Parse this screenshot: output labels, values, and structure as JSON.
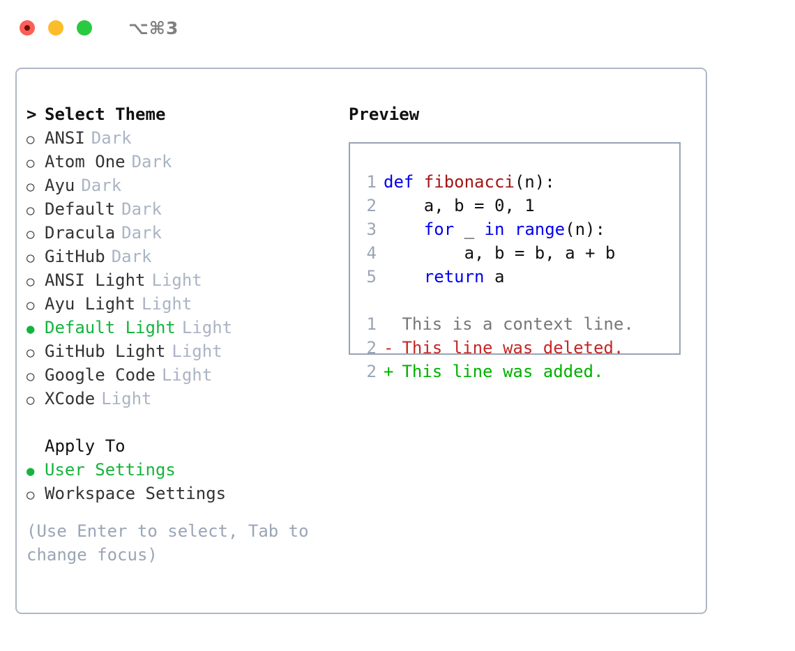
{
  "window": {
    "shortcut": "⌥⌘3",
    "traffic_lights": [
      {
        "name": "close",
        "color": "#fb5f57"
      },
      {
        "name": "minimize",
        "color": "#fcbd2c"
      },
      {
        "name": "maximize",
        "color": "#29ca41"
      }
    ]
  },
  "theme_list": {
    "header": "Select Theme",
    "header_marker": ">",
    "marker_unselected": "○",
    "marker_selected": "●",
    "items": [
      {
        "label": "ANSI",
        "tag": "Dark",
        "selected": false
      },
      {
        "label": "Atom One",
        "tag": "Dark",
        "selected": false
      },
      {
        "label": "Ayu",
        "tag": "Dark",
        "selected": false
      },
      {
        "label": "Default",
        "tag": "Dark",
        "selected": false
      },
      {
        "label": "Dracula",
        "tag": "Dark",
        "selected": false
      },
      {
        "label": "GitHub",
        "tag": "Dark",
        "selected": false
      },
      {
        "label": "ANSI Light",
        "tag": "Light",
        "selected": false
      },
      {
        "label": "Ayu Light",
        "tag": "Light",
        "selected": false
      },
      {
        "label": "Default Light",
        "tag": "Light",
        "selected": true
      },
      {
        "label": "GitHub Light",
        "tag": "Light",
        "selected": false
      },
      {
        "label": "Google Code",
        "tag": "Light",
        "selected": false
      },
      {
        "label": "XCode",
        "tag": "Light",
        "selected": false
      }
    ]
  },
  "apply_to": {
    "title": "Apply To",
    "options": [
      {
        "label": "User Settings",
        "selected": true
      },
      {
        "label": "Workspace Settings",
        "selected": false
      }
    ]
  },
  "hint": "(Use Enter to select, Tab to change focus)",
  "preview": {
    "title": "Preview",
    "code_lines": [
      {
        "no": "1",
        "tokens": [
          {
            "t": "def ",
            "c": "kw"
          },
          {
            "t": "fibonacci",
            "c": "fn"
          },
          {
            "t": "(n):",
            "c": "plain"
          }
        ]
      },
      {
        "no": "2",
        "tokens": [
          {
            "t": "    a, b = 0, 1",
            "c": "plain"
          }
        ]
      },
      {
        "no": "3",
        "tokens": [
          {
            "t": "    ",
            "c": "plain"
          },
          {
            "t": "for",
            "c": "kw"
          },
          {
            "t": " _ ",
            "c": "plain"
          },
          {
            "t": "in ",
            "c": "kw"
          },
          {
            "t": "range",
            "c": "kw"
          },
          {
            "t": "(n):",
            "c": "plain"
          }
        ]
      },
      {
        "no": "4",
        "tokens": [
          {
            "t": "        a, b = b, a + b",
            "c": "plain"
          }
        ]
      },
      {
        "no": "5",
        "tokens": [
          {
            "t": "    ",
            "c": "plain"
          },
          {
            "t": "return",
            "c": "kw"
          },
          {
            "t": " a",
            "c": "plain"
          }
        ]
      }
    ],
    "diff_lines": [
      {
        "no": "1",
        "mark": " ",
        "text": "This is a context line.",
        "kind": "diff-ctx"
      },
      {
        "no": "2",
        "mark": "-",
        "text": "This line was deleted.",
        "kind": "diff-del"
      },
      {
        "no": "2",
        "mark": "+",
        "text": "This line was added.",
        "kind": "diff-add"
      }
    ]
  },
  "colors": {
    "accent_green": "#15b33c",
    "keyword_blue": "#0000ee",
    "function_red": "#a31515",
    "diff_delete": "#c62626",
    "diff_add": "#00b000",
    "muted": "#aab4c4",
    "border": "#aeb8c6"
  }
}
